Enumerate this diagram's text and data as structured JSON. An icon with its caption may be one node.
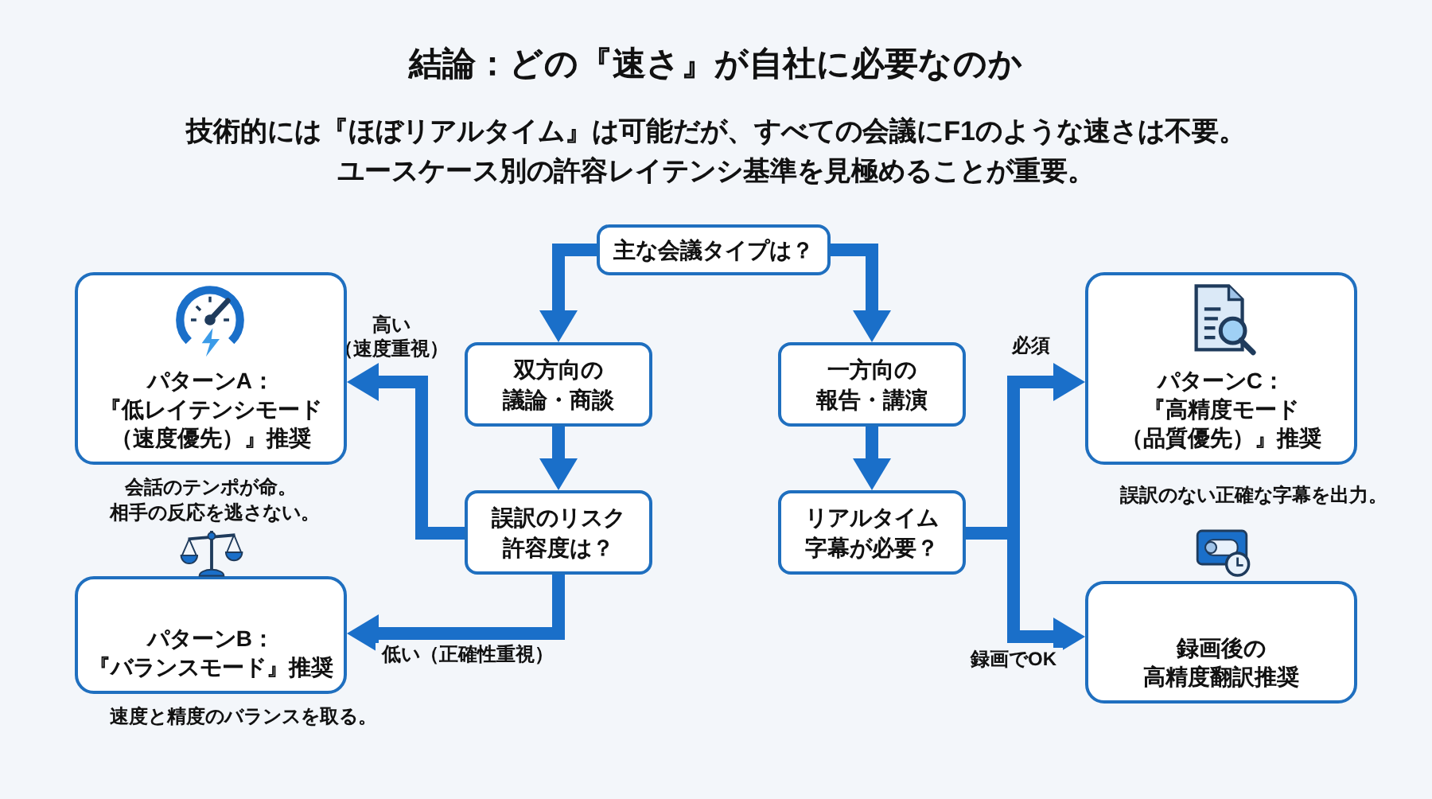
{
  "diagram": {
    "title": "結論：どの『速さ』が自社に必要なのか",
    "nodes": [
      {
        "text": [
          "主な会議タイプは？"
        ]
      },
      {
        "text": [
          "パターンA：",
          "『低レイテンシモード（速度優先）』推奨"
        ],
        "beside": [
          "会話のテンポが命。相手の反応を逃さない。"
        ]
      },
      {
        "text": [
          "双方向の",
          "議論・商談"
        ]
      },
      {
        "text": [
          "一方向の",
          "報告・講演"
        ]
      },
      {
        "text": [
          "パターンC：",
          "『高精度モード（品質優先）』推奨"
        ],
        "beside": [
          "誤訳のない正確な字幕を出力。"
        ]
      },
      {
        "text": [
          "誤訳のリスク",
          "許容度は？"
        ]
      },
      {
        "text": [
          "リアルタイム",
          "字幕が必要？"
        ]
      },
      {
        "text": [
          "パターンB：",
          "『バランスモード』推奨"
        ],
        "beside": [
          "速度と精度のバランスを取る。"
        ]
      },
      {
        "text": [
          "録画後の",
          "高精度翻訳推奨"
        ]
      }
    ],
    "edges": [
      {
        "from": 0,
        "to": 2,
        "arrow": "to"
      },
      {
        "from": 0,
        "to": 3,
        "arrow": "to"
      },
      {
        "from": 2,
        "to": 5,
        "arrow": "to"
      },
      {
        "from": 3,
        "to": 6,
        "arrow": "to"
      },
      {
        "from": 5,
        "to": 1,
        "arrow": "to",
        "label": "高い（速度重視）"
      },
      {
        "from": 5,
        "to": 7,
        "arrow": "to",
        "label": "低い（正確性重視）"
      },
      {
        "from": 6,
        "to": 4,
        "arrow": "to",
        "label": "必須"
      },
      {
        "from": 6,
        "to": 8,
        "arrow": "to",
        "label": "録画でOK"
      }
    ],
    "labels": [
      "技術的には『ほぼリアルタイム』は可能だが、すべての会議にF1のような速さは不要。ユースケース別の許容レイテンシ基準を見極めることが重要。"
    ]
  }
}
